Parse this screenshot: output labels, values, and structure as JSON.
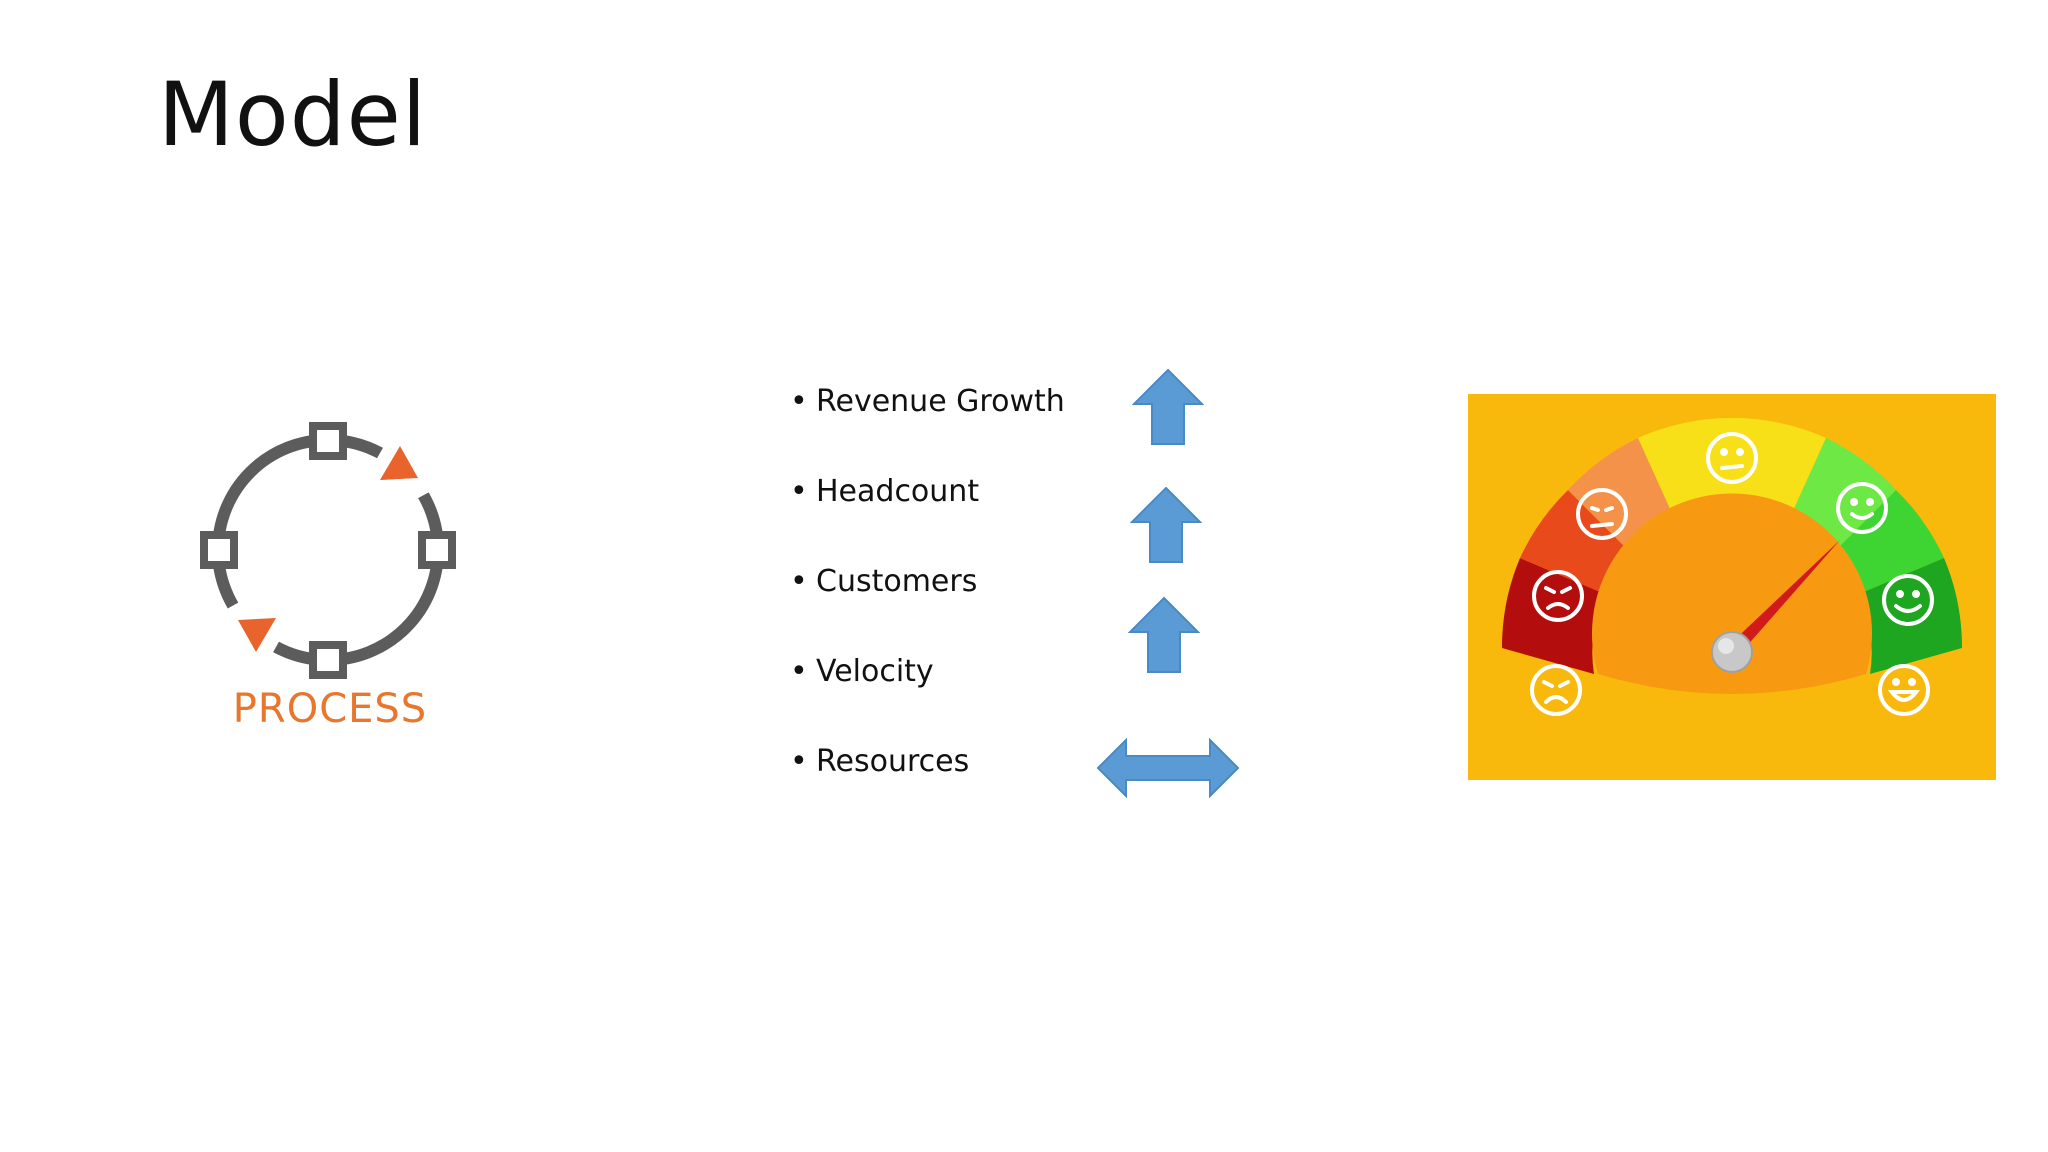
{
  "slide": {
    "title": "Model"
  },
  "process": {
    "label": "PROCESS",
    "icon": "cycle-process-icon",
    "colors": {
      "ring": "#5c5c5c",
      "arrow": "#e8642c",
      "label": "#e8762c"
    }
  },
  "metrics": [
    {
      "label": "Revenue Growth",
      "trend": "up",
      "icon": "up-arrow-icon"
    },
    {
      "label": "Headcount",
      "trend": "up",
      "icon": "up-arrow-icon"
    },
    {
      "label": "Customers",
      "trend": "up",
      "icon": "up-arrow-icon"
    },
    {
      "label": "Velocity",
      "trend": "up",
      "icon": "up-arrow-icon"
    },
    {
      "label": "Resources",
      "trend": "flat",
      "icon": "left-right-arrow-icon"
    }
  ],
  "arrow_color": "#5b9bd5",
  "gauge": {
    "icon": "satisfaction-gauge-icon",
    "level": 0.82,
    "background": "#f9b90c",
    "segment_colors": [
      "#b30d0d",
      "#e84a1c",
      "#f28a3c",
      "#f7e018",
      "#5fdc3a",
      "#38c42a",
      "#1ea620"
    ],
    "faces": [
      "angry",
      "mad",
      "annoyed",
      "neutral",
      "smile",
      "happy",
      "very-happy"
    ]
  }
}
